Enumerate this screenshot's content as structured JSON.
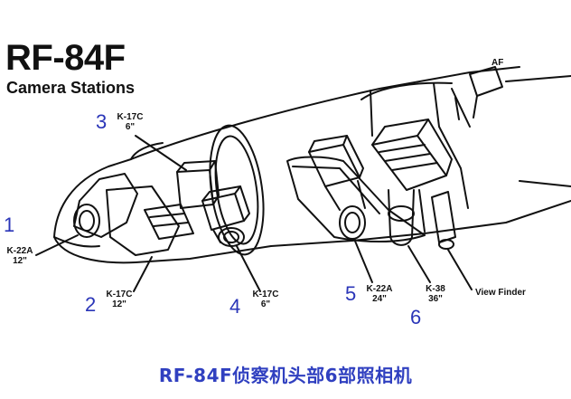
{
  "header": {
    "title": "RF-84F",
    "subtitle": "Camera Stations"
  },
  "nose_tag": "AF",
  "callouts": {
    "cam1": {
      "number": "1",
      "model": "K-22A",
      "size": "12\""
    },
    "cam2": {
      "number": "2",
      "model": "K-17C",
      "size": "12\""
    },
    "cam3": {
      "number": "3",
      "model": "K-17C",
      "size": "6\""
    },
    "cam4": {
      "number": "4",
      "model": "K-17C",
      "size": "6\""
    },
    "cam5": {
      "number": "5",
      "model": "K-22A",
      "size": "24\""
    },
    "cam6": {
      "number": "6",
      "model": "K-38",
      "size": "36\""
    },
    "viewfinder": "View Finder"
  },
  "caption": "RF-84F侦察机头部6部照相机",
  "colors": {
    "ink": "#111111",
    "number_blue": "#2a35b8",
    "caption_blue": "#3040c0"
  }
}
